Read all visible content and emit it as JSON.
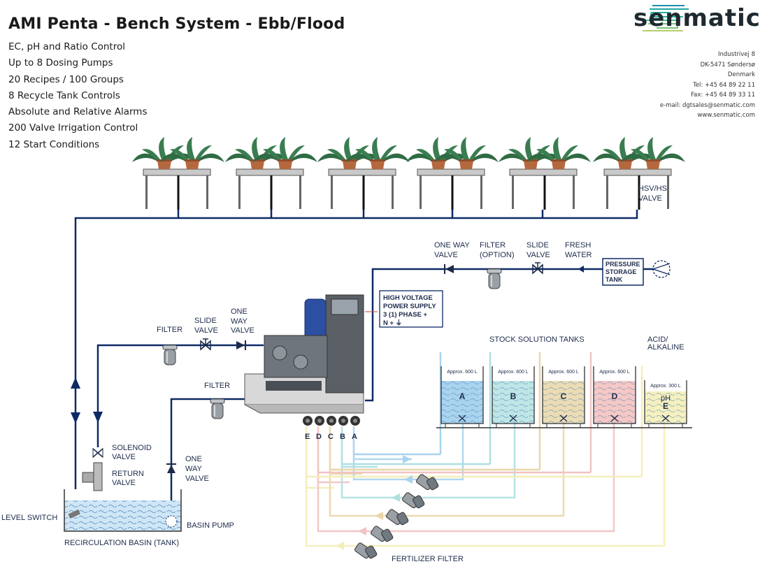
{
  "header": {
    "title": "AMI Penta - Bench System - Ebb/Flood",
    "features": [
      "EC, pH and Ratio Control",
      "Up to 8 Dosing Pumps",
      "20 Recipes / 100 Groups",
      "8 Recycle Tank Controls",
      "Absolute and Relative Alarms",
      "200 Valve Irrigation Control",
      "12 Start Conditions"
    ]
  },
  "brand": {
    "name": "senmatic",
    "contact": [
      "Industrivej 8",
      "DK-5471 Søndersø",
      "Denmark",
      "Tel: +45 64 89 22 11",
      "Fax: +45 64 89 33 11",
      "e-mail: dgtsales@senmatic.com",
      "www.senmatic.com"
    ]
  },
  "labels": {
    "hsv_line1": "HSV/HS",
    "hsv_line2": "VALVE",
    "one_way_top_1": "ONE WAY",
    "one_way_top_2": "VALVE",
    "filter_option_1": "FILTER",
    "filter_option_2": "(OPTION)",
    "slide_top_1": "SLIDE",
    "slide_top_2": "VALVE",
    "fresh_1": "FRESH",
    "fresh_2": "WATER",
    "pressure_1": "PRESSURE",
    "pressure_2": "STORAGE",
    "pressure_3": "TANK",
    "hv_1": "HIGH VOLTAGE",
    "hv_2": "POWER SUPPLY",
    "hv_3": "3 (1) PHASE +",
    "hv_4": "N + ⏚",
    "filter_left": "FILTER",
    "slide_left_1": "SLIDE",
    "slide_left_2": "VALVE",
    "ow_left_1": "ONE",
    "ow_left_2": "WAY",
    "ow_left_3": "VALVE",
    "filter_mid": "FILTER",
    "stock_title": "STOCK SOLUTION TANKS",
    "acid_1": "ACID/",
    "acid_2": "ALKALINE",
    "solenoid_1": "SOLENOID",
    "solenoid_2": "VALVE",
    "return_1": "RETURN",
    "return_2": "VALVE",
    "ow_low_1": "ONE",
    "ow_low_2": "WAY",
    "ow_low_3": "VALVE",
    "level_switch": "LEVEL SWITCH",
    "basin_pump": "BASIN PUMP",
    "basin": "RECIRCULATION BASIN (TANK)",
    "fert_filter": "FERTILIZER FILTER"
  },
  "tanks": [
    {
      "letter": "A",
      "capacity": "Approx. 600 L",
      "color": "#a9d3ee"
    },
    {
      "letter": "B",
      "capacity": "Approx. 600 L",
      "color": "#bfe6e6"
    },
    {
      "letter": "C",
      "capacity": "Approx. 600 L",
      "color": "#ecdcb4"
    },
    {
      "letter": "D",
      "capacity": "Approx. 600 L",
      "color": "#f5c8c6"
    },
    {
      "letter": "E",
      "extra": "pH",
      "capacity": "Approx. 300 L",
      "color": "#f6f0bf"
    }
  ],
  "pump_labels": [
    "E",
    "D",
    "C",
    "B",
    "A"
  ],
  "colors": {
    "pipe": "#0e2a66",
    "line_a": "#a9d3ee",
    "line_b": "#aee0e0",
    "line_c": "#e9d6a8",
    "line_d": "#f3c2c2",
    "line_e": "#f4eeb8",
    "water": "#cfe6f6"
  }
}
